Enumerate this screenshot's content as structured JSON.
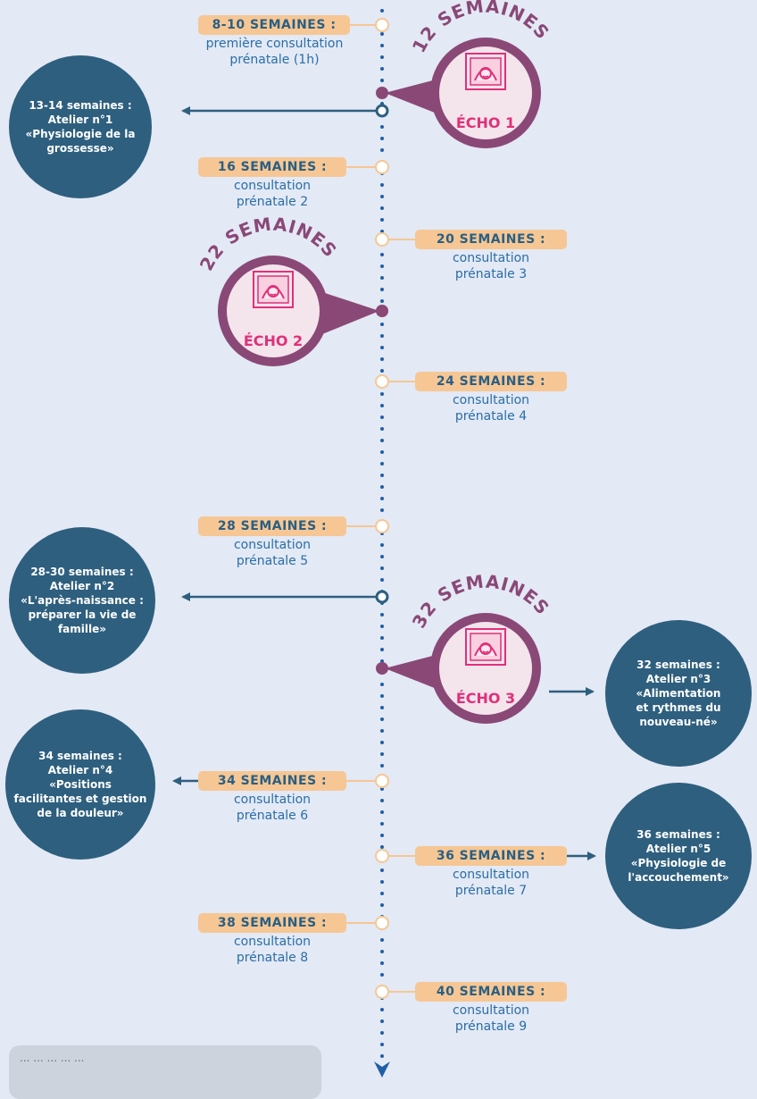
{
  "timeline": [
    {
      "weeks": "8-10 SEMAINES :",
      "desc": [
        "première consultation",
        "prénatale (1h)"
      ]
    },
    {
      "weeks": "16 SEMAINES :",
      "desc": [
        "consultation",
        "prénatale 2"
      ]
    },
    {
      "weeks": "20 SEMAINES :",
      "desc": [
        "consultation",
        "prénatale 3"
      ]
    },
    {
      "weeks": "24 SEMAINES :",
      "desc": [
        "consultation",
        "prénatale 4"
      ]
    },
    {
      "weeks": "28 SEMAINES :",
      "desc": [
        "consultation",
        "prénatale 5"
      ]
    },
    {
      "weeks": "34 SEMAINES :",
      "desc": [
        "consultation",
        "prénatale 6"
      ]
    },
    {
      "weeks": "36 SEMAINES :",
      "desc": [
        "consultation",
        "prénatale 7"
      ]
    },
    {
      "weeks": "38 SEMAINES :",
      "desc": [
        "consultation",
        "prénatale 8"
      ]
    },
    {
      "weeks": "40 SEMAINES :",
      "desc": [
        "consultation",
        "prénatale 9"
      ]
    }
  ],
  "echos": [
    {
      "arc": "12 SEMAINES :",
      "label": "ÉCHO 1"
    },
    {
      "arc": "22 SEMAINES :",
      "label": "ÉCHO 2"
    },
    {
      "arc": "32 SEMAINES :",
      "label": "ÉCHO 3"
    }
  ],
  "ateliers": [
    {
      "lines": [
        "13-14 semaines :",
        "Atelier n°1",
        "«Physiologie de la",
        "grossesse»"
      ]
    },
    {
      "lines": [
        "28-30 semaines :",
        "Atelier n°2",
        "«L'après-naissance :",
        "préparer la vie de",
        "famille»"
      ]
    },
    {
      "lines": [
        "32 semaines :",
        "Atelier n°3",
        "«Alimentation",
        "et rythmes du",
        "nouveau-né»"
      ]
    },
    {
      "lines": [
        "34 semaines :",
        "Atelier n°4",
        "«Positions",
        "facilitantes et gestion",
        "de la douleur»"
      ]
    },
    {
      "lines": [
        "36 semaines :",
        "Atelier n°5",
        "«Physiologie de",
        "l'accouchement»"
      ]
    }
  ],
  "note": {
    "text": "... ... ... ... ..."
  },
  "colors": {
    "background": "#e3e9f5",
    "navy": "#2e5f7e",
    "pill": "#f6c794",
    "purple": "#8a4877",
    "pink": "#e0307a",
    "dots": "#1f5fa6"
  }
}
